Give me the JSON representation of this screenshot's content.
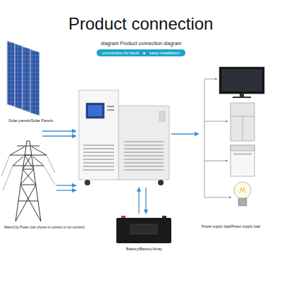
{
  "diagram": {
    "title": "Product connection",
    "nodes": [
      {
        "text": [
          "connection for fools",
          "easy installation"
        ]
      }
    ],
    "labels": [
      "diagram Product connection diagram",
      "Solar panels/Solar Panels",
      "Mains/City Power (can choose to connect or not connect)",
      "Battery/Battery Array",
      "Power supply load/Power supply load"
    ]
  }
}
